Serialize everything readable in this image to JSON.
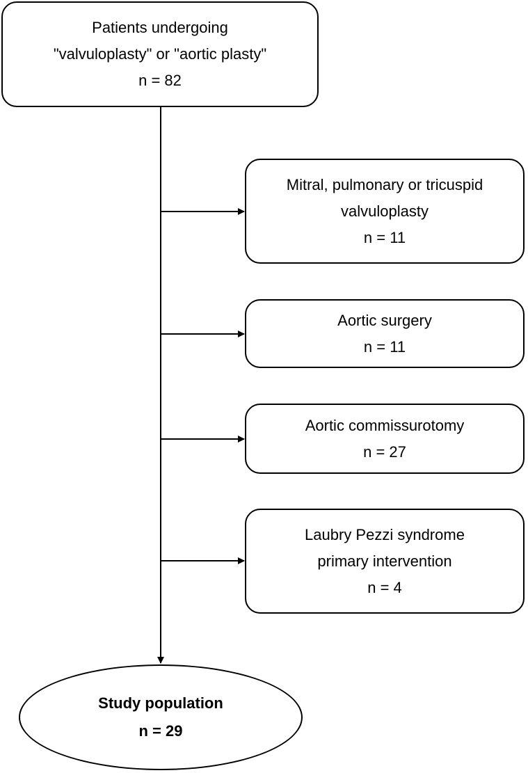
{
  "start": {
    "line1": "Patients undergoing",
    "line2": "\"valvuloplasty\" or \"aortic plasty\"",
    "count": "n = 82"
  },
  "exclusions": [
    {
      "line1": "Mitral, pulmonary or tricuspid",
      "line2": "valvuloplasty",
      "count": "n = 11"
    },
    {
      "line1": "Aortic surgery",
      "count": "n = 11"
    },
    {
      "line1": "Aortic commissurotomy",
      "count": "n = 27"
    },
    {
      "line1": "Laubry Pezzi syndrome",
      "line2": "primary intervention",
      "count": "n = 4"
    }
  ],
  "result": {
    "label": "Study population",
    "count": "n = 29"
  }
}
